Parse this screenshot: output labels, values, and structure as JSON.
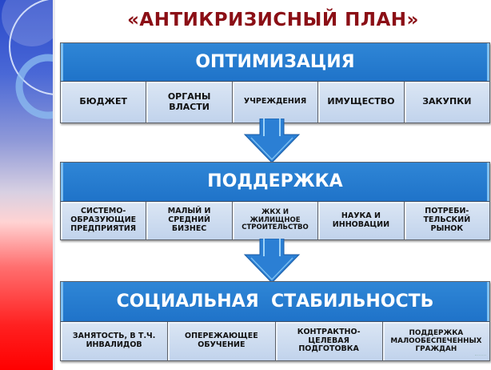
{
  "title": "«АНТИКРИЗИСНЫЙ ПЛАН»",
  "colors": {
    "title": "#8b0f16",
    "header_blue": "#1f73c9",
    "cell_fill": "#c9d9ef"
  },
  "blocks": [
    {
      "heading": "ОПТИМИЗАЦИЯ",
      "items": [
        "БЮДЖЕТ",
        "ОРГАНЫ\nВЛАСТИ",
        "УЧРЕЖДЕНИЯ",
        "ИМУЩЕСТВО",
        "ЗАКУПКИ"
      ]
    },
    {
      "heading": "ПОДДЕРЖКА",
      "items": [
        "СИСТЕМО-\nОБРАЗУЮЩИЕ\nПРЕДПРИЯТИЯ",
        "МАЛЫЙ И\nСРЕДНИЙ\nБИЗНЕС",
        "ЖКХ И\nЖИЛИЩНОЕ\nСТРОИТЕЛЬСТВО",
        "НАУКА И\nИННОВАЦИИ",
        "ПОТРЕБИ-\nТЕЛЬСКИЙ\nРЫНОК"
      ]
    },
    {
      "heading": "СОЦИАЛЬНАЯ  СТАБИЛЬНОСТЬ",
      "items": [
        "ЗАНЯТОСТЬ, В Т.Ч.\nИНВАЛИДОВ",
        "ОПЕРЕЖАЮЩЕЕ\nОБУЧЕНИЕ",
        "КОНТРАКТНО-\nЦЕЛЕВАЯ\nПОДГОТОВКА",
        "ПОДДЕРЖКА\nМАЛООБЕСПЕЧЕННЫХ\nГРАЖДАН"
      ]
    }
  ],
  "icons": {
    "arrow": "down-arrow-icon",
    "decor": "decorative-circles-icon"
  }
}
